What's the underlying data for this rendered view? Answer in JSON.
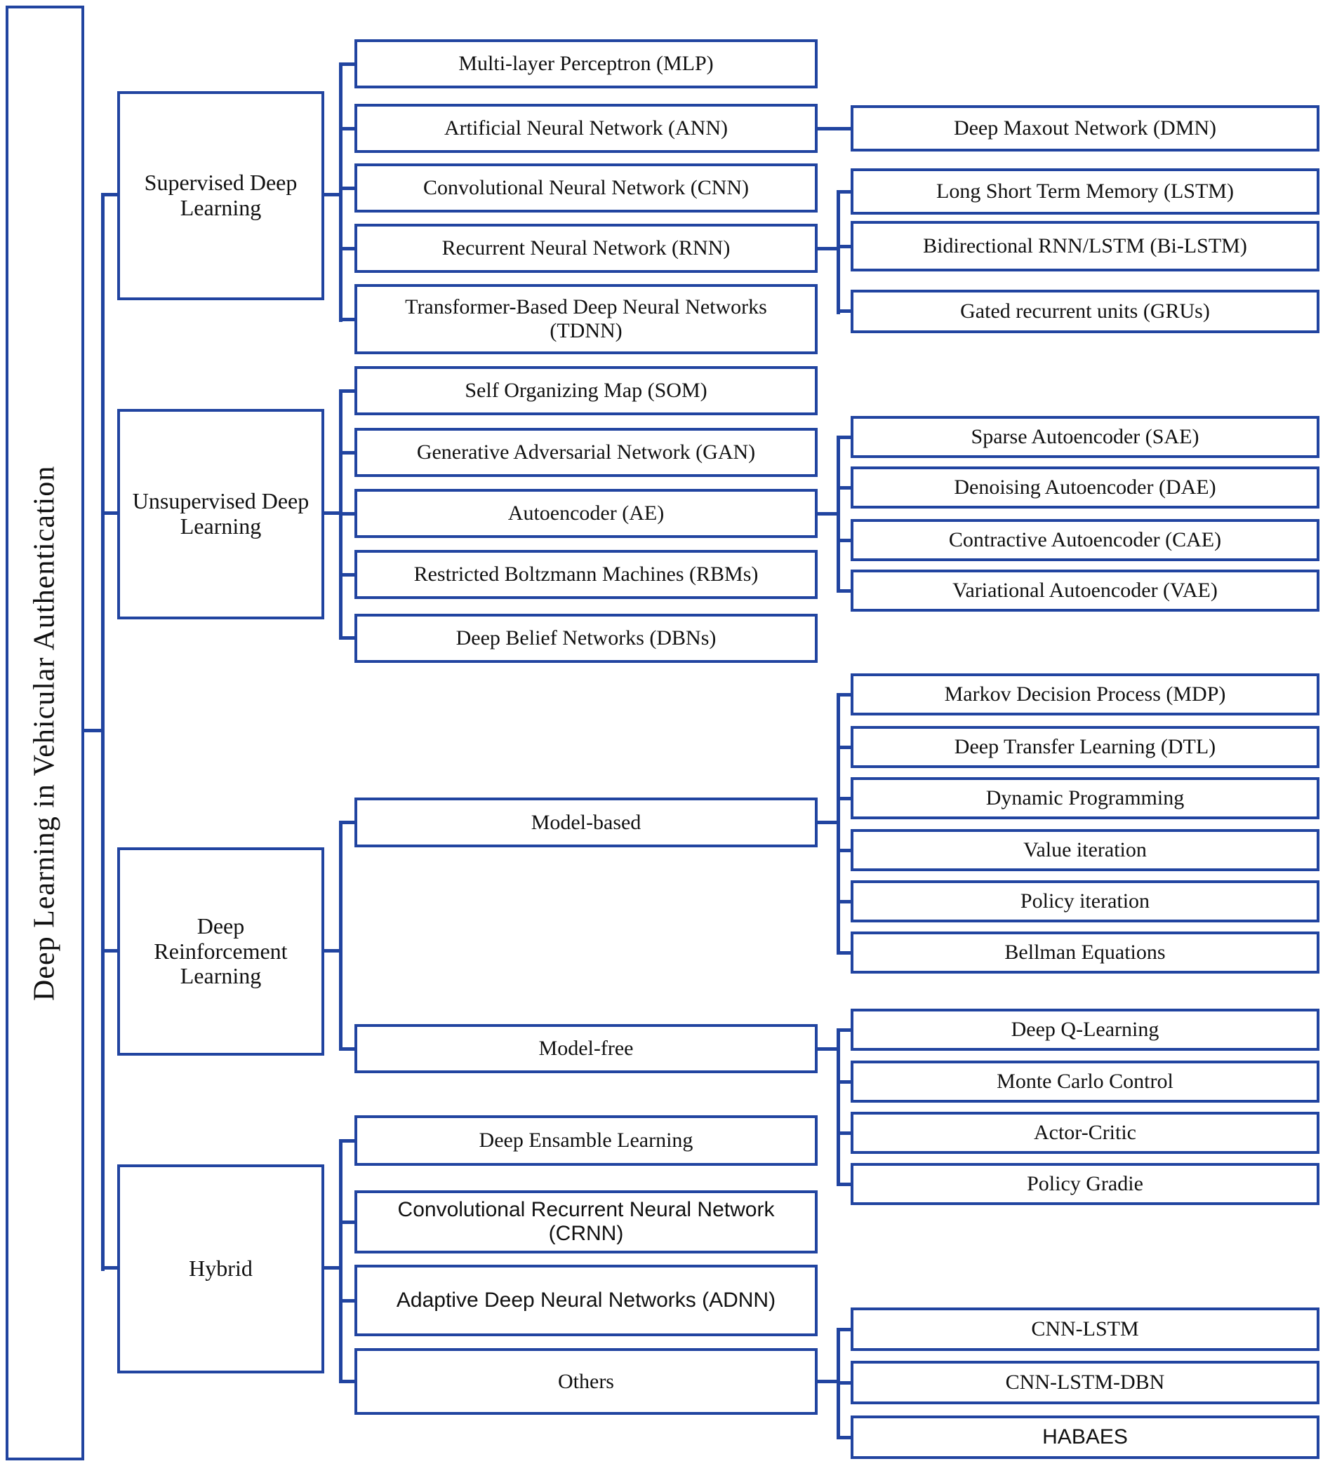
{
  "title": "Deep Learning in Vehicular Authentication taxonomy diagram",
  "colors": {
    "line": "#2144a0",
    "text": "#111111",
    "background": "#ffffff"
  },
  "root_label": "Deep Learning in Vehicular Authentication",
  "supervised": {
    "label": "Supervised Deep Learning",
    "children": [
      "Multi-layer Perceptron (MLP)",
      "Artificial Neural Network (ANN)",
      "Convolutional Neural Network (CNN)",
      "Recurrent Neural Network (RNN)",
      "Transformer-Based Deep Neural Networks (TDNN)"
    ],
    "ann_children": [
      "Deep Maxout Network (DMN)"
    ],
    "rnn_children": [
      "Long Short Term Memory (LSTM)",
      "Bidirectional RNN/LSTM (Bi-LSTM)",
      "Gated recurrent units (GRUs)"
    ]
  },
  "unsupervised": {
    "label": "Unsupervised Deep Learning",
    "children": [
      "Self Organizing Map (SOM)",
      "Generative Adversarial Network (GAN)",
      "Autoencoder (AE)",
      "Restricted Boltzmann Machines (RBMs)",
      "Deep Belief Networks (DBNs)"
    ],
    "ae_children": [
      "Sparse Autoencoder (SAE)",
      "Denoising Autoencoder (DAE)",
      "Contractive Autoencoder (CAE)",
      "Variational Autoencoder (VAE)"
    ]
  },
  "reinforcement": {
    "label": "Deep Reinforcement Learning",
    "children": [
      "Model-based",
      "Model-free"
    ],
    "model_based_children": [
      "Markov Decision Process (MDP)",
      "Deep Transfer Learning (DTL)",
      "Dynamic Programming",
      "Value iteration",
      "Policy iteration",
      "Bellman Equations"
    ],
    "model_free_children": [
      "Deep Q-Learning",
      "Monte Carlo Control",
      "Actor-Critic",
      "Policy Gradie"
    ]
  },
  "hybrid": {
    "label": "Hybrid",
    "children": [
      "Deep Ensamble Learning",
      "Convolutional Recurrent Neural Network (CRNN)",
      "Adaptive Deep Neural Networks (ADNN)",
      "Others"
    ],
    "others_children": [
      "CNN-LSTM",
      "CNN-LSTM-DBN",
      "HABAES"
    ]
  }
}
